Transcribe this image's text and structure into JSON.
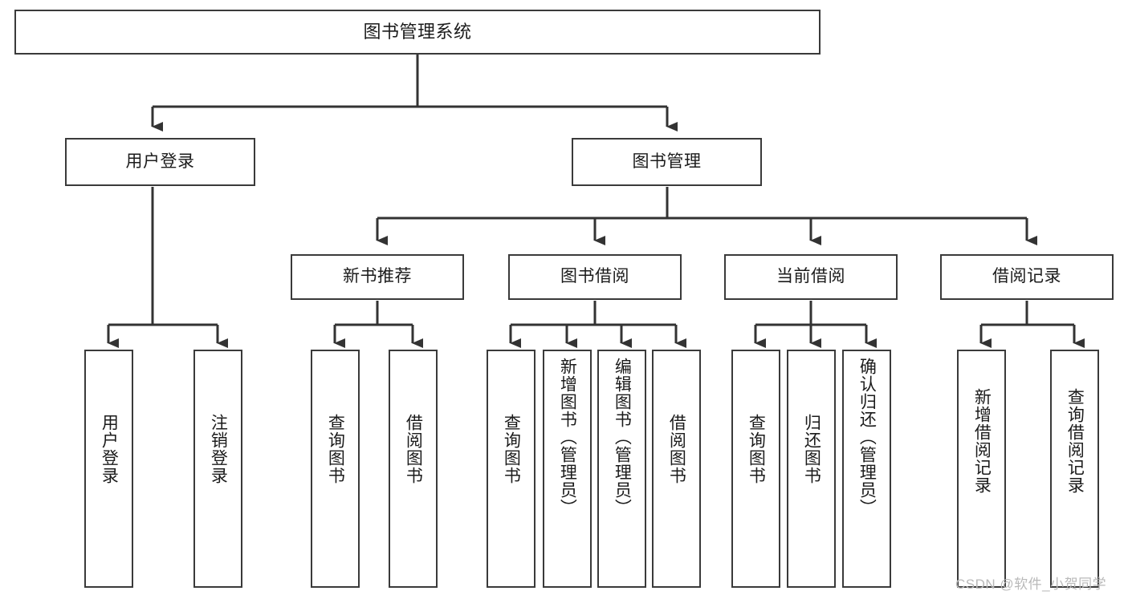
{
  "diagram": {
    "title": "图书管理系统",
    "type": "tree-hierarchy-chart",
    "colors": {
      "box_border": "#3a3a3a",
      "box_fill": "#ffffff",
      "connector": "#333333",
      "text": "#1b1b1b",
      "watermark": "#b9b9b9",
      "background": "#ffffff"
    },
    "root": {
      "label": "图书管理系统"
    },
    "level2": [
      {
        "label": "用户登录"
      },
      {
        "label": "图书管理"
      }
    ],
    "level3": [
      {
        "label": "新书推荐"
      },
      {
        "label": "图书借阅"
      },
      {
        "label": "当前借阅"
      },
      {
        "label": "借阅记录"
      }
    ],
    "leaves": {
      "user_login": [
        {
          "label": "用户登录"
        },
        {
          "label": "注销登录"
        }
      ],
      "new_book_recommend": [
        {
          "label": "查询图书"
        },
        {
          "label": "借阅图书"
        }
      ],
      "book_borrow": [
        {
          "label": "查询图书"
        },
        {
          "label": "新增图书（管理员）"
        },
        {
          "label": "编辑图书（管理员）"
        },
        {
          "label": "借阅图书"
        }
      ],
      "current_borrow": [
        {
          "label": "查询图书"
        },
        {
          "label": "归还图书"
        },
        {
          "label": "确认归还（管理员）"
        }
      ],
      "borrow_record": [
        {
          "label": "新增借阅记录"
        },
        {
          "label": "查询借阅记录"
        }
      ]
    }
  },
  "watermark": {
    "text": "CSDN @软件_小贺同学"
  }
}
